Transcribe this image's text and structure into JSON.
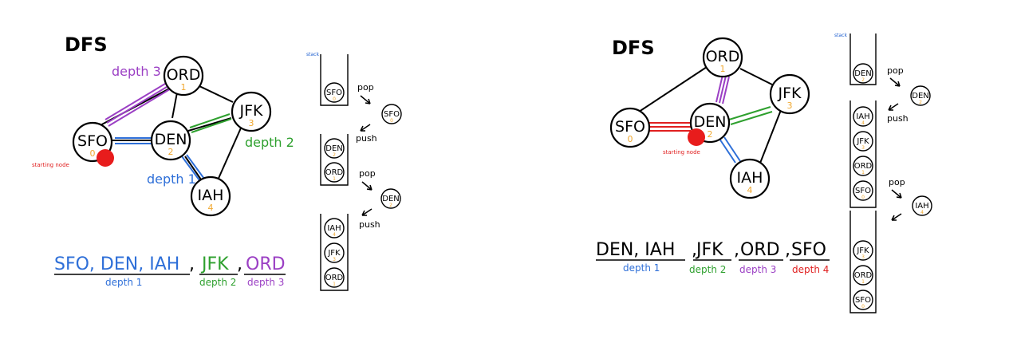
{
  "colors": {
    "depth1": "#2e6fd8",
    "depth2": "#2ea02e",
    "depth3": "#9b3fc4",
    "depth4": "#e02020",
    "index": "#f0a830",
    "start": "#e81c1c"
  },
  "left": {
    "title": "DFS",
    "nodes": {
      "sfo": {
        "label": "SFO",
        "index": "0"
      },
      "ord": {
        "label": "ORD",
        "index": "1"
      },
      "den": {
        "label": "DEN",
        "index": "2"
      },
      "jfk": {
        "label": "JFK",
        "index": "3"
      },
      "iah": {
        "label": "IAH",
        "index": "4"
      }
    },
    "depth_labels": {
      "d1": "depth 1",
      "d2": "depth 2",
      "d3": "depth 3"
    },
    "starting_node": "starting node",
    "stack": {
      "label": "stack",
      "frame1": [
        "SFO"
      ],
      "frame2": [
        "DEN",
        "ORD"
      ],
      "frame3": [
        "IAH",
        "JFK",
        "ORD"
      ],
      "pop1": "pop",
      "popped1": "SFO",
      "push1": "push",
      "pop2": "pop",
      "popped2": "DEN",
      "push2": "push",
      "idx": {
        "SFO": "0",
        "DEN": "2",
        "ORD": "1",
        "IAH": "4",
        "JFK": "3"
      }
    },
    "order": {
      "group1": "SFO, DEN, IAH",
      "group2": "JFK",
      "group3": "ORD",
      "sep": ",",
      "under1": "depth 1",
      "under2": "depth 2",
      "under3": "depth 3"
    }
  },
  "right": {
    "title": "DFS",
    "nodes": {
      "sfo": {
        "label": "SFO",
        "index": "0"
      },
      "ord": {
        "label": "ORD",
        "index": "1"
      },
      "den": {
        "label": "DEN",
        "index": "2"
      },
      "jfk": {
        "label": "JFK",
        "index": "3"
      },
      "iah": {
        "label": "IAH",
        "index": "4"
      }
    },
    "starting_node": "starting node",
    "stack": {
      "label": "stack",
      "frame1": [
        "DEN"
      ],
      "frame2": [
        "IAH",
        "JFK",
        "ORD",
        "SFO"
      ],
      "frame3": [
        "JFK",
        "ORD",
        "SFO"
      ],
      "pop1": "pop",
      "popped1": "DEN",
      "push1": "push",
      "pop2": "pop",
      "popped2": "IAH",
      "idx": {
        "SFO": "0",
        "DEN": "2",
        "ORD": "1",
        "IAH": "4",
        "JFK": "3"
      }
    },
    "order": {
      "t1": "DEN, IAH",
      "t2": "JFK",
      "t3": "ORD",
      "t4": "SFO",
      "sep": ",",
      "under1": "depth 1",
      "under2": "depth 2",
      "under3": "depth 3",
      "under4": "depth 4"
    }
  }
}
